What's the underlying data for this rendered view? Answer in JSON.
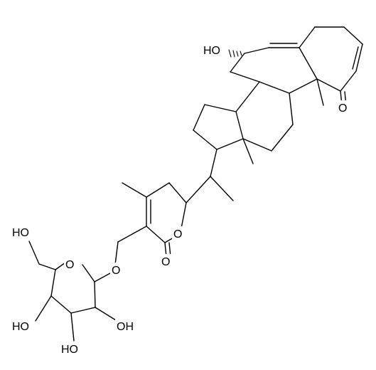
{
  "labels": {
    "ho_top": "HO",
    "ketone_o": "O",
    "ring_o_pyran": "O",
    "lactone_o": "O",
    "ether_o": "O",
    "sugar_ring_o": "O",
    "oh_ch2": "HO",
    "oh_left": "HO",
    "oh_right": "OH",
    "oh_bottom": "HO"
  },
  "colors": {
    "ink": "#000000",
    "background": "#ffffff"
  }
}
